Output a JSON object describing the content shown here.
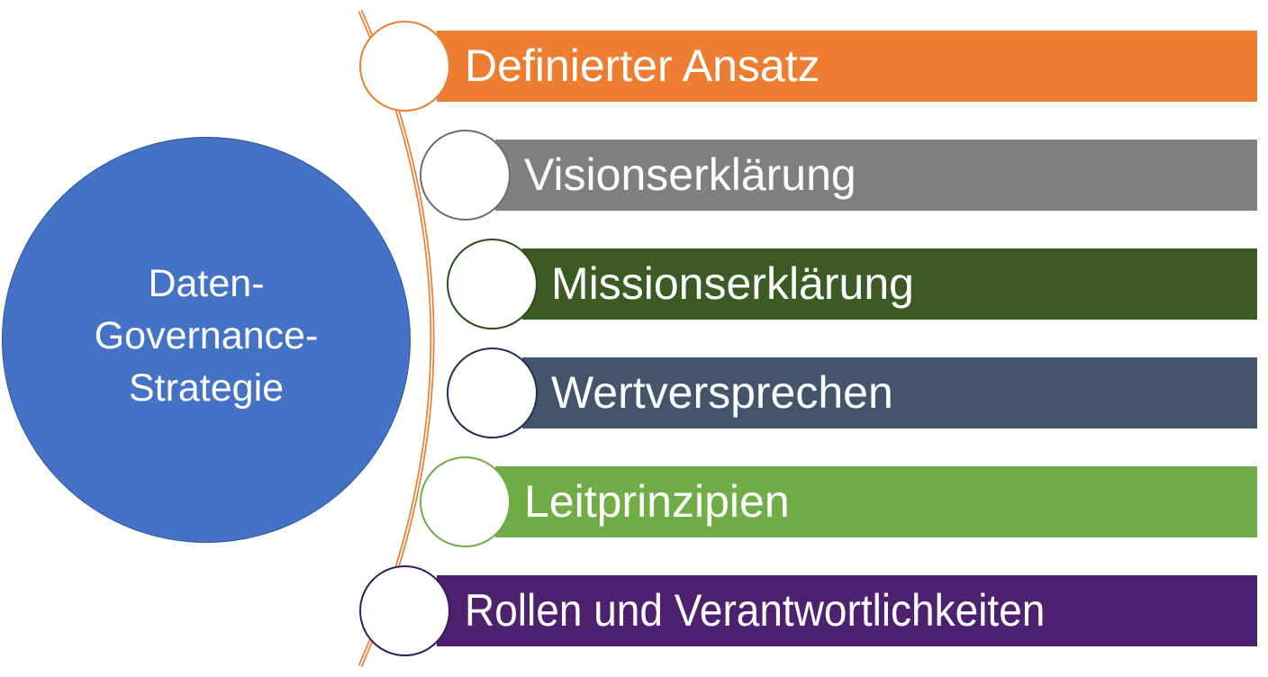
{
  "diagram": {
    "hub": {
      "label": "Daten-\nGovernance-\nStrategie",
      "color": "#4472C4"
    },
    "connector_color": "#ED7D31",
    "items": [
      {
        "label": "Definierter Ansatz",
        "color": "#ED7D31",
        "node_border": "#ED7D31"
      },
      {
        "label": "Visionserklärung",
        "color": "#7F7F7F",
        "node_border": "#6E6E6E"
      },
      {
        "label": "Missionserklärung",
        "color": "#3B5A24",
        "node_border": "#2F4A1C"
      },
      {
        "label": "Wertversprechen",
        "color": "#44546A",
        "node_border": "#1F2F5C"
      },
      {
        "label": "Leitprinzipien",
        "color": "#70AD47",
        "node_border": "#70AD47"
      },
      {
        "label": "Rollen und Verantwortlichkeiten",
        "color": "#4E2170",
        "node_border": "#3A1A5A"
      }
    ]
  }
}
